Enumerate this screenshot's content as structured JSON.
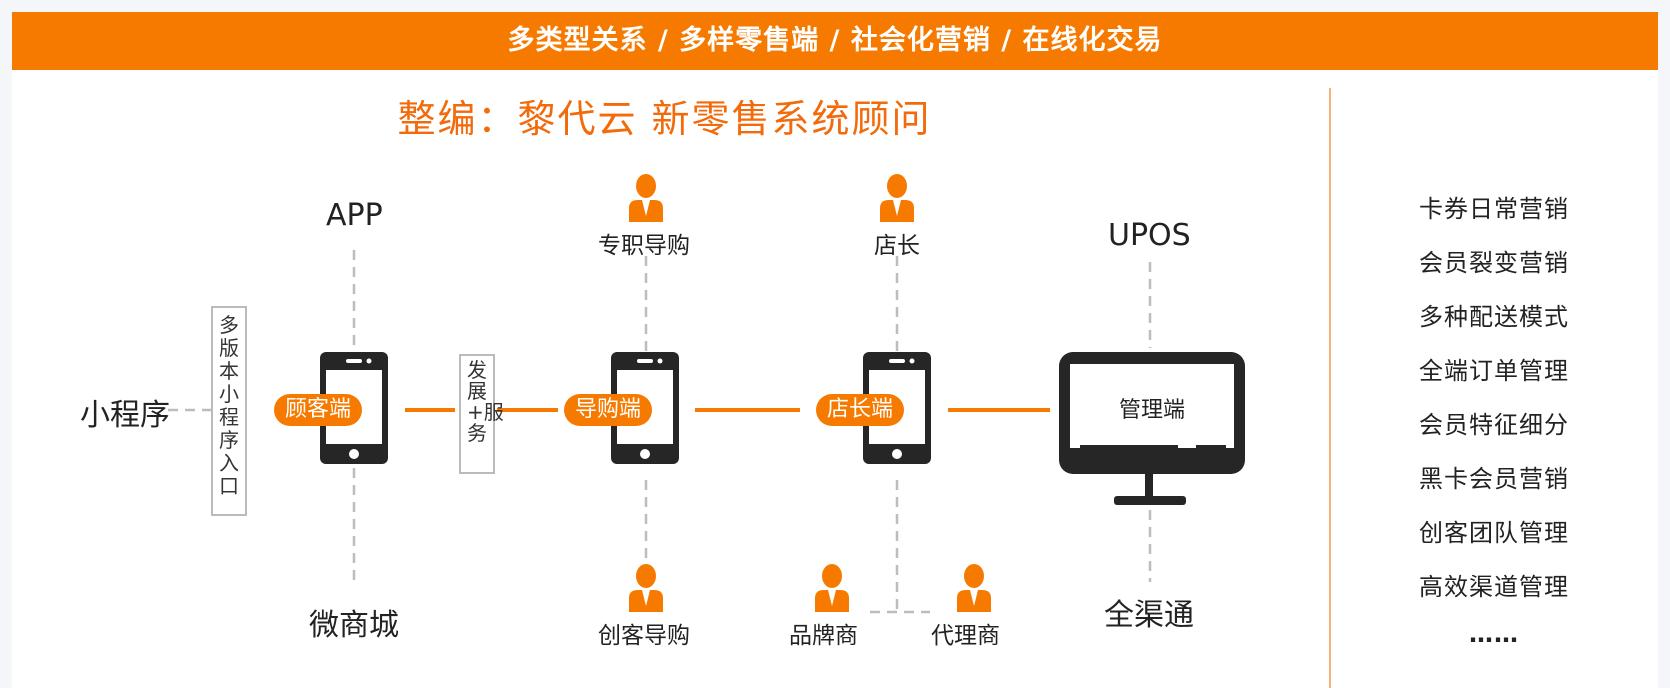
{
  "header": {
    "tagline": "多类型关系 / 多样零售端 / 社会化营销 / 在线化交易"
  },
  "subtitle": "整编：黎代云 新零售系统顾问",
  "diagram": {
    "mini_program": "小程序",
    "mini_entry": "多版本小程序入口",
    "app": "APP",
    "wei_mall": "微商城",
    "customer_end": "顾客端",
    "dev_service": "发展+服务",
    "guide_end": "导购端",
    "store_end": "店长端",
    "admin_end": "管理端",
    "fulltime_guide": "专职导购",
    "store_manager": "店长",
    "maker_guide": "创客导购",
    "brand_vendor": "品牌商",
    "agent": "代理商",
    "upos": "UPOS",
    "omni_channel": "全渠通"
  },
  "features": [
    "卡券日常营销",
    "会员裂变营销",
    "多种配送模式",
    "全端订单管理",
    "会员特征细分",
    "黑卡会员营销",
    "创客团队管理",
    "高效渠道管理"
  ],
  "features_more": "……",
  "colors": {
    "accent": "#f77a00",
    "title": "#f26a0a",
    "device": "#262626",
    "dashed": "#bdbdbd"
  },
  "icons": [
    "person-icon",
    "phone-icon",
    "monitor-icon"
  ]
}
